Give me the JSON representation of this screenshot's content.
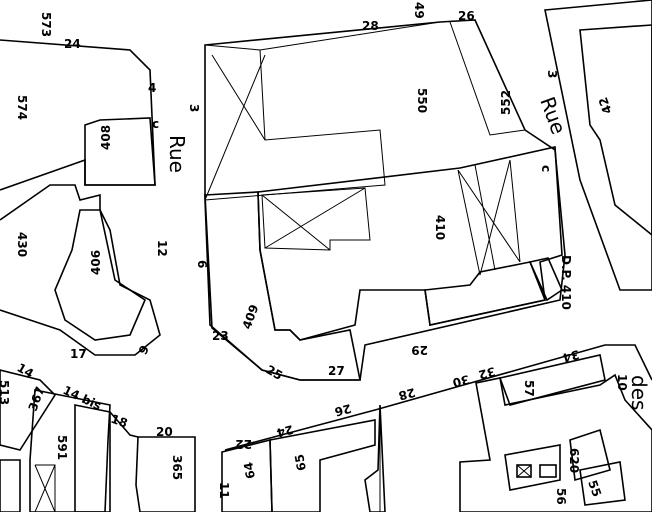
{
  "map": {
    "type": "cadastral-plan",
    "colors": {
      "ink": "#000000",
      "highlight_parcel": "#b9b9b9",
      "paper": "#ffffff"
    },
    "streets": [
      "Rue",
      "Rue",
      "des"
    ],
    "parcels": [
      "573",
      "574",
      "408",
      "430",
      "406",
      "409",
      "550",
      "552",
      "410",
      "D.P. 410",
      "42",
      "513",
      "367",
      "591",
      "365",
      "64",
      "65",
      "57",
      "620",
      "56",
      "55"
    ],
    "street_numbers": [
      "24",
      "4",
      "c",
      "12",
      "6",
      "17",
      "6",
      "23",
      "25",
      "27",
      "29",
      "28",
      "26",
      "49",
      "3",
      "3",
      "c",
      "14",
      "14 bis",
      "18",
      "20",
      "22",
      "24",
      "26",
      "28",
      "30",
      "32",
      "34",
      "10",
      "11"
    ]
  }
}
